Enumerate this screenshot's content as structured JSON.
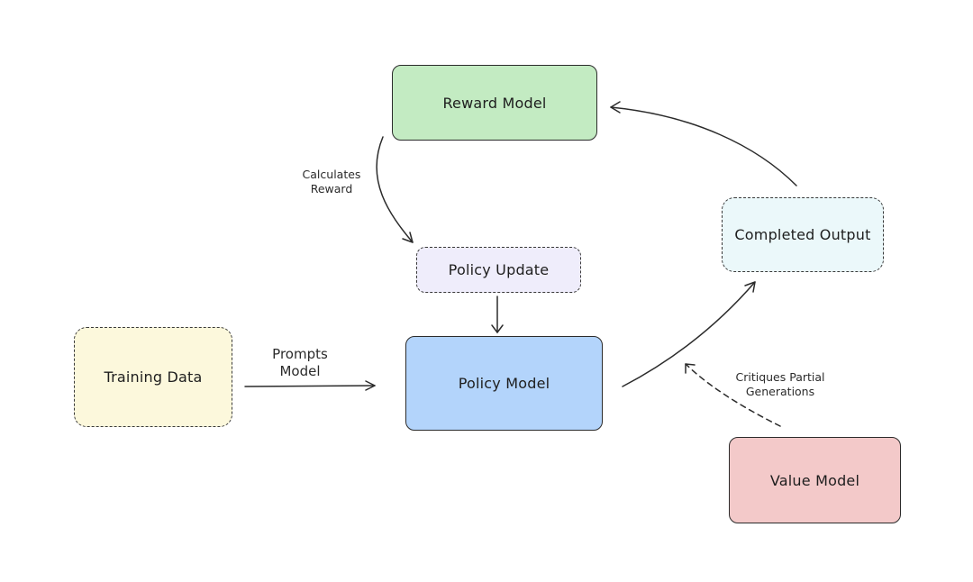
{
  "nodes": {
    "reward_model": {
      "label": "Reward Model",
      "fill": "#c3ebc2",
      "border": "solid"
    },
    "policy_update": {
      "label": "Policy Update",
      "fill": "#efedfb",
      "border": "dashed"
    },
    "policy_model": {
      "label": "Policy Model",
      "fill": "#b3d4fb",
      "border": "solid"
    },
    "training_data": {
      "label": "Training Data",
      "fill": "#fcf8dc",
      "border": "dashed"
    },
    "completed_output": {
      "label": "Completed Output",
      "fill": "#ebf8fa",
      "border": "dashed"
    },
    "value_model": {
      "label": "Value Model",
      "fill": "#f3c9c9",
      "border": "solid"
    }
  },
  "edges": {
    "reward_to_policy_update": {
      "from": "Reward Model",
      "to": "Policy Update",
      "style": "solid",
      "label_lines": [
        "Calculates",
        "Reward"
      ]
    },
    "policy_update_to_policy_model": {
      "from": "Policy Update",
      "to": "Policy Model",
      "style": "solid"
    },
    "training_to_policy": {
      "from": "Training Data",
      "to": "Policy Model",
      "style": "solid",
      "label_lines": [
        "Prompts",
        "Model"
      ]
    },
    "policy_to_completed": {
      "from": "Policy Model",
      "to": "Completed Output",
      "style": "solid"
    },
    "completed_to_reward": {
      "from": "Completed Output",
      "to": "Reward Model",
      "style": "solid"
    },
    "value_to_policy_link": {
      "from": "Value Model",
      "to": "Policy Model → Completed Output",
      "style": "dashed",
      "label_lines": [
        "Critiques Partial",
        "Generations"
      ]
    }
  },
  "colors": {
    "stroke": "#2b2b2b",
    "background": "#ffffff"
  }
}
